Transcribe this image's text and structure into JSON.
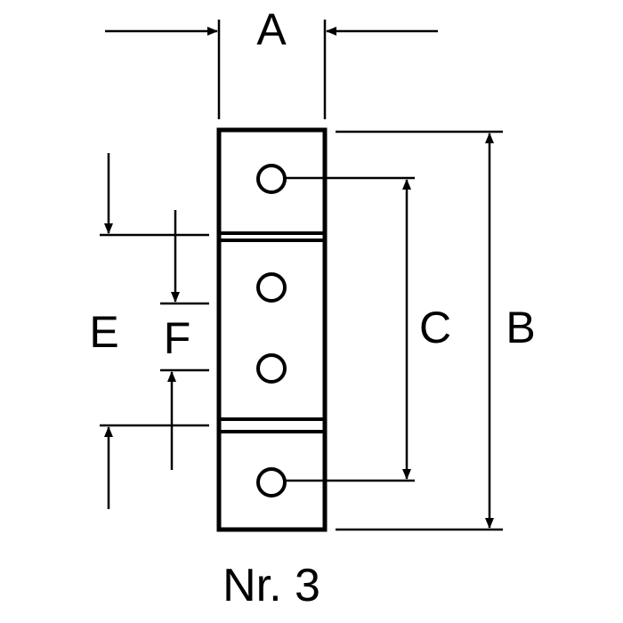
{
  "dimensions": {
    "A": "A",
    "B": "B",
    "C": "C",
    "E": "E",
    "F": "F"
  },
  "caption": "Nr. 3",
  "colors": {
    "line": "#000000",
    "background": "#ffffff"
  }
}
